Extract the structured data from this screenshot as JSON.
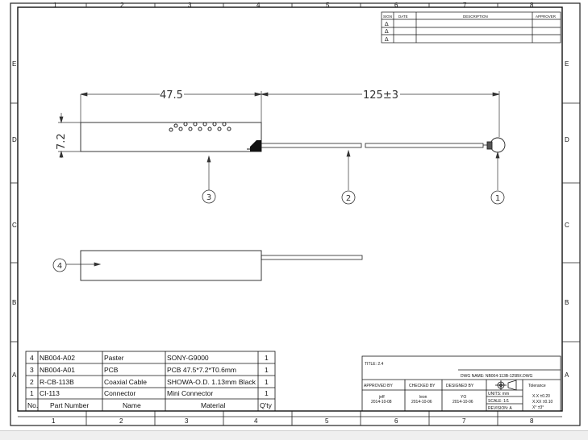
{
  "frame": {
    "columns": [
      "1",
      "2",
      "3",
      "4",
      "5",
      "6",
      "7",
      "8"
    ],
    "rows": [
      "E",
      "D",
      "C",
      "B",
      "A"
    ]
  },
  "revision_block": {
    "headers": {
      "sign": "SIGN",
      "date": "DATE",
      "description": "DESCRIPTION",
      "approver": "APPROVER"
    },
    "rows": [
      "Δ",
      "Δ",
      "Δ"
    ]
  },
  "dimensions": {
    "pcb_length": "47.5",
    "cable_length": "125±3",
    "pcb_width": "7.2"
  },
  "balloons": [
    "1",
    "2",
    "3",
    "4"
  ],
  "bom": {
    "headers": {
      "no": "No.",
      "part_number": "Part Number",
      "name": "Name",
      "material": "Material",
      "qty": "Q'ty"
    },
    "rows": [
      {
        "no": "4",
        "part_number": "NB004-A02",
        "name": "Paster",
        "material": "SONY-G9000",
        "qty": "1"
      },
      {
        "no": "3",
        "part_number": "NB004-A01",
        "name": "PCB",
        "material": "PCB 47.5*7.2*T0.6mm",
        "qty": "1"
      },
      {
        "no": "2",
        "part_number": "R-CB-113B",
        "name": "Coaxial Cable",
        "material": "SHOWA-O.D. 1.13mm Black",
        "qty": "1"
      },
      {
        "no": "1",
        "part_number": "CI-113",
        "name": "Connector",
        "material": "Mini Connector",
        "qty": "1"
      }
    ]
  },
  "title_block": {
    "title": "TITLE: 2.4",
    "dwg_name": "DWG NAME: NB004-113B-125BX.DWG",
    "approved_by": "APPROVED BY",
    "checked_by": "CHECKED BY",
    "designed_by": "DESIGNED BY",
    "approved_name": "jeff",
    "approved_date": "2014-10-08",
    "checked_name": "leon",
    "checked_date": "2014-10-06",
    "designed_name": "YO",
    "designed_date": "2014-10-06",
    "units": "UNITS: mm",
    "scale": "SCALE: 1/1",
    "revision": "REVISION: A",
    "tolerance_label": "Tolerance",
    "tol_1": "X.X  ±0.20",
    "tol_2": "X.XX ±0.10",
    "tol_3": "X°   ±3°"
  }
}
